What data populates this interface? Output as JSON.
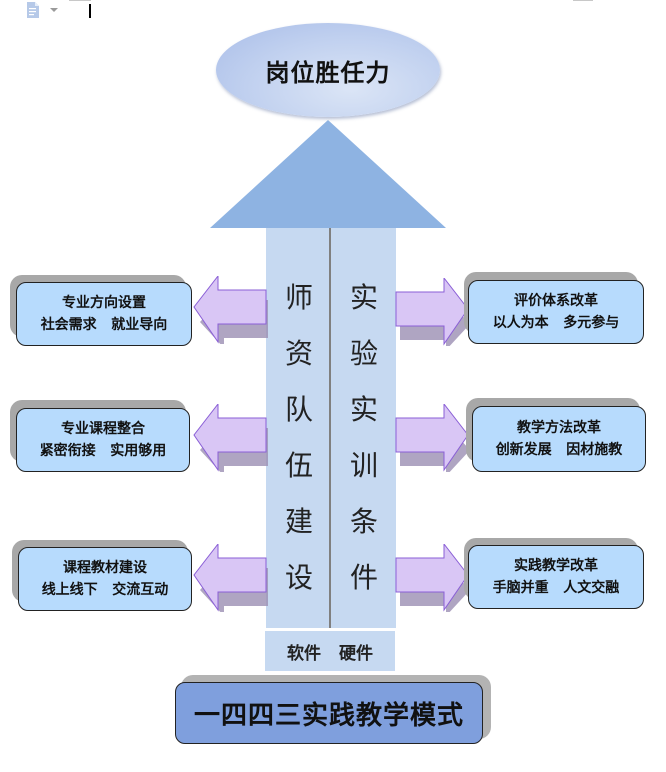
{
  "toolbar": {
    "doc_icon": "document-icon",
    "dropdown_icon": "caret-down-icon"
  },
  "goal": {
    "label": "岗位胜任力"
  },
  "pillar": {
    "left_column": [
      "师",
      "资",
      "队",
      "伍",
      "建",
      "设"
    ],
    "right_column": [
      "实",
      "验",
      "实",
      "训",
      "条",
      "件"
    ],
    "left_title": "师资队伍建设",
    "right_title": "实验实训条件",
    "base_items": [
      "软件",
      "硬件"
    ]
  },
  "left_cards": [
    {
      "title": "专业方向设置",
      "subtitle": "社会需求   就业导向"
    },
    {
      "title": "专业课程整合",
      "subtitle": "紧密衔接   实用够用"
    },
    {
      "title": "课程教材建设",
      "subtitle": "线上线下   交流互动"
    }
  ],
  "right_cards": [
    {
      "title": "评价体系改革",
      "subtitle": "以人为本   多元参与"
    },
    {
      "title": "教学方法改革",
      "subtitle": "创新发展   因材施教"
    },
    {
      "title": "实践教学改革",
      "subtitle": "手脑并重   人文交融"
    }
  ],
  "foundation": {
    "label": "一四四三实践教学模式"
  },
  "colors": {
    "ellipse": "#c0d0ef",
    "triangle": "#8eb3e2",
    "pillar": "#c6d9f1",
    "card": "#b7dbfd",
    "arrow": "#d9c6f5",
    "arrow_border": "#8a5fd6",
    "foundation": "#7f9fdd"
  }
}
